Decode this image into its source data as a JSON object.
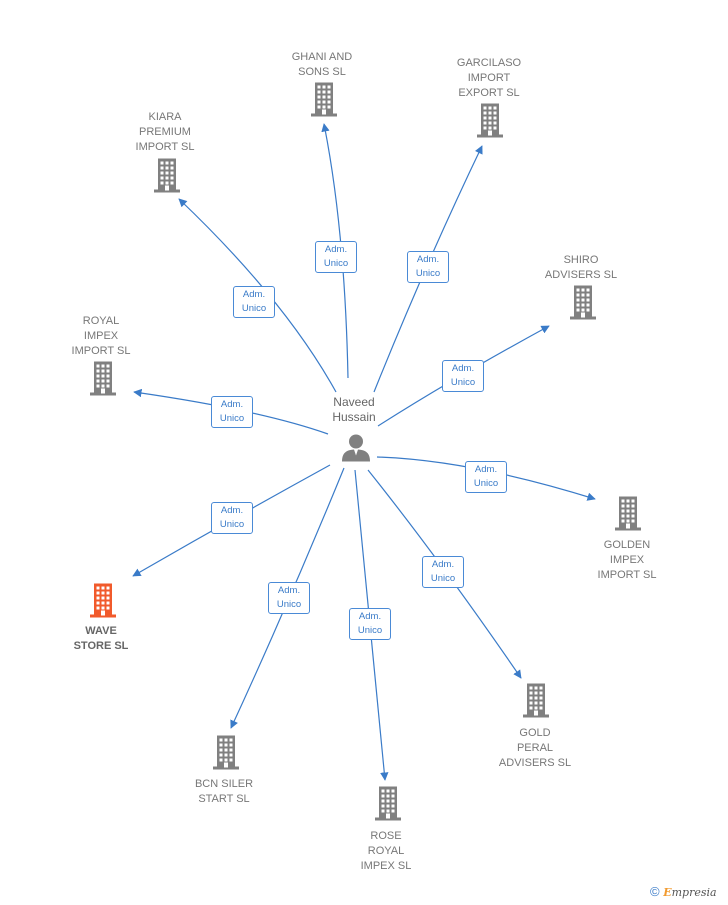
{
  "person": {
    "name": "Naveed Hussain",
    "lines": [
      "Naveed",
      "Hussain"
    ],
    "icon": "person-icon"
  },
  "relation": {
    "line1": "Adm.",
    "line2": "Unico"
  },
  "companies": [
    {
      "id": "ghani",
      "lines": [
        "GHANI AND",
        "SONS  SL"
      ],
      "highlight": false
    },
    {
      "id": "garcilaso",
      "lines": [
        "GARCILASO",
        "IMPORT",
        "EXPORT  SL"
      ],
      "highlight": false
    },
    {
      "id": "kiara",
      "lines": [
        "KIARA",
        "PREMIUM",
        "IMPORT  SL"
      ],
      "highlight": false
    },
    {
      "id": "shiro",
      "lines": [
        "SHIRO",
        "ADVISERS  SL"
      ],
      "highlight": false
    },
    {
      "id": "royal",
      "lines": [
        "ROYAL",
        "IMPEX",
        "IMPORT  SL"
      ],
      "highlight": false
    },
    {
      "id": "golden",
      "lines": [
        "GOLDEN",
        "IMPEX",
        "IMPORT  SL"
      ],
      "highlight": false
    },
    {
      "id": "wave",
      "lines": [
        "WAVE",
        "STORE  SL"
      ],
      "highlight": true
    },
    {
      "id": "gold-peral",
      "lines": [
        "GOLD",
        "PERAL",
        "ADVISERS  SL"
      ],
      "highlight": false
    },
    {
      "id": "bcn",
      "lines": [
        "BCN SILER",
        "START  SL"
      ],
      "highlight": false
    },
    {
      "id": "rose",
      "lines": [
        "ROSE",
        "ROYAL",
        "IMPEX  SL"
      ],
      "highlight": false
    }
  ],
  "colors": {
    "edge": "#3a7bc8",
    "building": "#808080",
    "highlight": "#f15a2b",
    "text": "#777777"
  },
  "footer": {
    "symbol": "©",
    "brand_initial": "E",
    "brand_rest": "mpresia"
  }
}
